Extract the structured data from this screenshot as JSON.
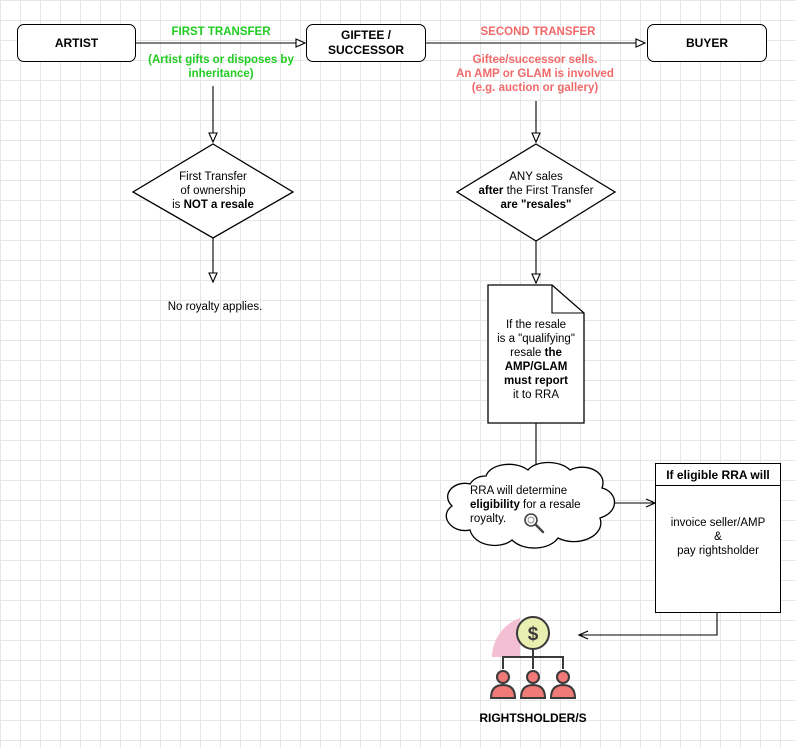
{
  "nodes": {
    "artist": "ARTIST",
    "giftee": "GIFTEE / SUCCESSOR",
    "buyer": "BUYER",
    "no_royalty": "No royalty applies.",
    "rightsholders": "RIGHTSHOLDER/S"
  },
  "edges": {
    "first_transfer": {
      "title": "FIRST TRANSFER",
      "note": "(Artist gifts or disposes by inheritance)"
    },
    "second_transfer": {
      "title": "SECOND TRANSFER",
      "line1": "Giftee/successor sells.",
      "line2": "An AMP or GLAM is involved",
      "line3": "(e.g. auction or gallery)"
    }
  },
  "decisions": {
    "first": {
      "line1": "First Transfer",
      "line2": "of ownership",
      "line3_pre": "is ",
      "line3_bold": "NOT a resale"
    },
    "second": {
      "line1": "ANY sales",
      "line2_bold": "after",
      "line2_rest": " the First Transfer",
      "line3_bold": "are \"resales\""
    }
  },
  "document": {
    "line1": "If the resale",
    "line2": "is a \"qualifying\"",
    "line3_pre": "resale ",
    "line3_bold": "the",
    "line4_bold": "AMP/GLAM",
    "line5_bold": "must report",
    "line6": "it to RRA"
  },
  "cloud": {
    "line1": "RRA will determine",
    "line2_bold": "eligibility",
    "line2_rest": " for a resale",
    "line3": "royalty."
  },
  "panel": {
    "title": "If eligible RRA will",
    "line1": "invoice seller/AMP",
    "line2": "&",
    "line3": "pay rightsholder"
  },
  "icons": {
    "magnifier": "magnifier-icon",
    "rightsholders": "dollar-people-hierarchy-icon"
  },
  "colors": {
    "first_transfer": "#22cc22",
    "second_transfer": "#f06a6a",
    "people": "#f07a78",
    "coin": "#e8efb0",
    "pink_arc": "#f2bfd3"
  }
}
